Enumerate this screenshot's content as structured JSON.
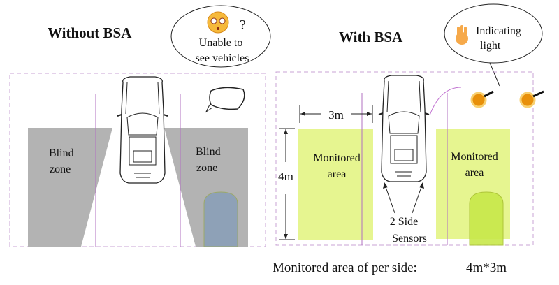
{
  "left": {
    "title": "Without BSA",
    "bubble_line1": "Unable to",
    "bubble_line2": "see vehicles",
    "bubble_mark": "?",
    "zone_left_line1": "Blind",
    "zone_left_line2": "zone",
    "zone_right_line1": "Blind",
    "zone_right_line2": "zone",
    "icons": [
      "confused-face-icon",
      "side-mirror-icon",
      "car-icon"
    ]
  },
  "right": {
    "title": "With BSA",
    "bubble_line1": "Indicating",
    "bubble_line2": "light",
    "width_label": "3m",
    "length_label": "4m",
    "area_left_line1": "Monitored",
    "area_left_line2": "area",
    "area_right_line1": "Monitored",
    "area_right_line2": "area",
    "sensors_line1": "2 Side",
    "sensors_line2": "Sensors",
    "icons": [
      "ok-hand-icon",
      "indicator-light-icon",
      "car-icon"
    ]
  },
  "caption": {
    "label": "Monitored area of per side:",
    "value": "4m*3m"
  },
  "colors": {
    "border": "#c9a3d6",
    "lane": "#b070c0",
    "blind": "#b3b3b3",
    "monitored": "#e6f590",
    "light": "#e8900a"
  }
}
